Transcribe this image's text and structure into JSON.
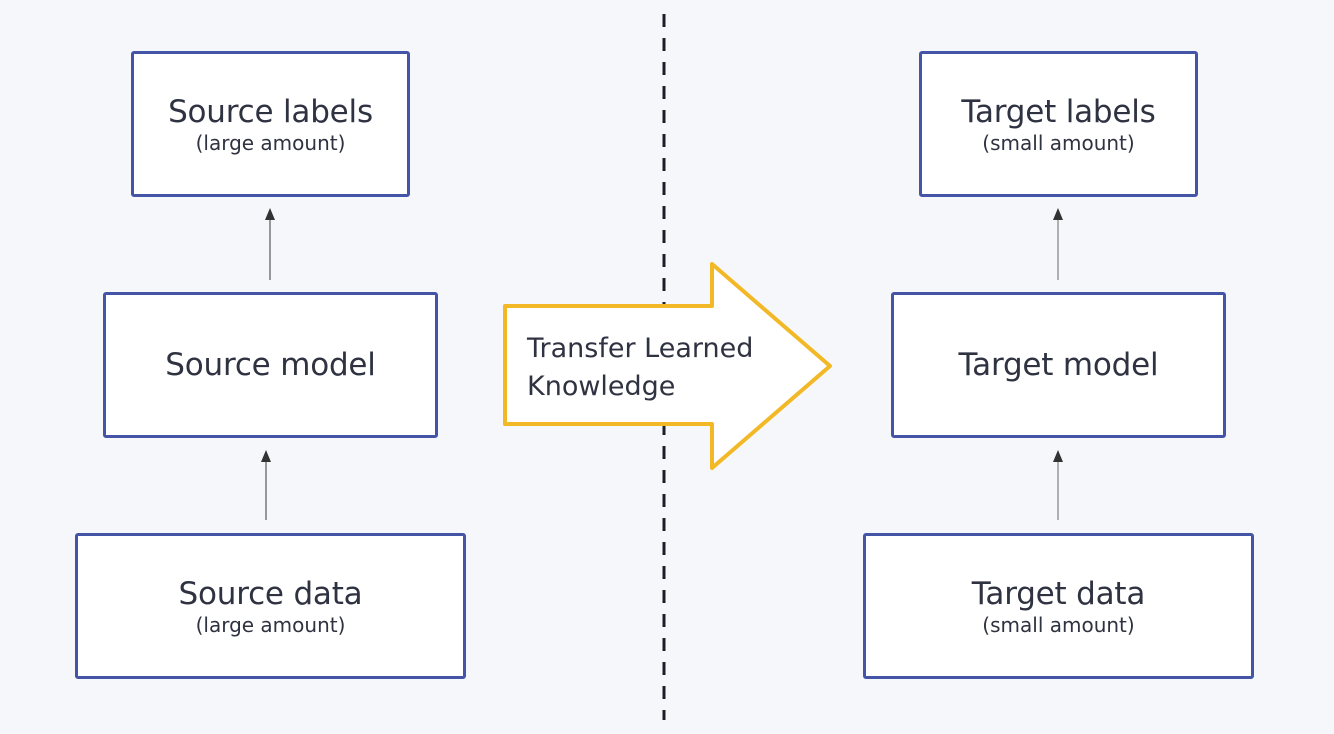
{
  "source": {
    "labels": {
      "title": "Source labels",
      "sub": "(large amount)"
    },
    "model": {
      "title": "Source model"
    },
    "data": {
      "title": "Source data",
      "sub": "(large amount)"
    }
  },
  "target": {
    "labels": {
      "title": "Target labels",
      "sub": "(small amount)"
    },
    "model": {
      "title": "Target model"
    },
    "data": {
      "title": "Target data",
      "sub": "(small amount)"
    }
  },
  "transfer": {
    "line1": "Transfer Learned",
    "line2": "Knowledge"
  },
  "colors": {
    "box_border": "#4455a8",
    "transfer_arrow_border": "#f2b826",
    "divider": "#1e1e28",
    "flow_arrow": "#555555"
  }
}
